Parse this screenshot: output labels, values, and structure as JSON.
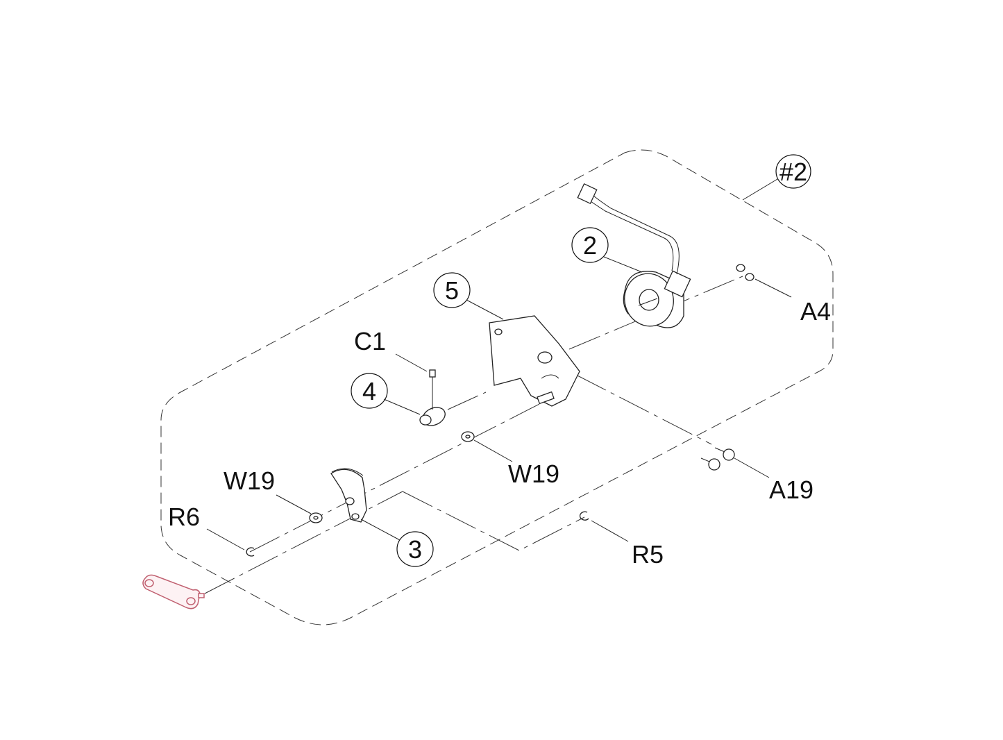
{
  "diagram": {
    "assembly_label": "#2",
    "callouts": [
      {
        "id": "callout-2",
        "text": "2"
      },
      {
        "id": "callout-3",
        "text": "3"
      },
      {
        "id": "callout-4",
        "text": "4"
      },
      {
        "id": "callout-5",
        "text": "5"
      }
    ],
    "labels": {
      "c1": "C1",
      "a4": "A4",
      "a19": "A19",
      "w19_left": "W19",
      "w19_right": "W19",
      "r6": "R6",
      "r5": "R5"
    },
    "colors": {
      "line": "#222222",
      "highlight_part": "#c06070"
    }
  }
}
